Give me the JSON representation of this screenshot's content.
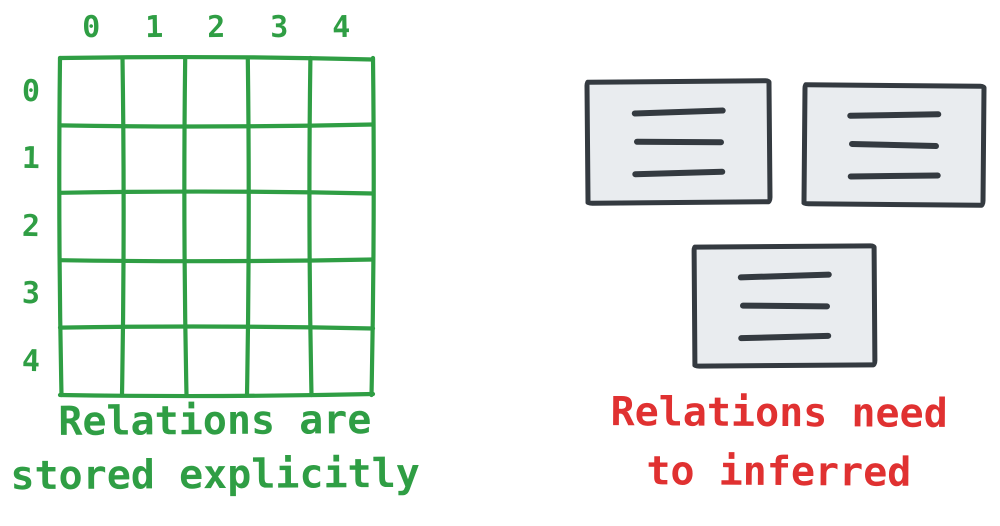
{
  "left_panel": {
    "grid": {
      "rows": 5,
      "cols": 5,
      "col_labels": [
        "0",
        "1",
        "2",
        "3",
        "4"
      ],
      "row_labels": [
        "0",
        "1",
        "2",
        "3",
        "4"
      ],
      "stroke_color": "#2f9e44"
    },
    "caption": {
      "line1": "Relations are",
      "line2": "stored explicitly",
      "color": "#2f9e44"
    }
  },
  "right_panel": {
    "document_cards": {
      "count": 3,
      "text_lines_per_card": 3,
      "fill_color": "#e9ecef",
      "stroke_color": "#343a40"
    },
    "caption": {
      "line1": "Relations need",
      "line2": "to inferred",
      "color": "#e03131"
    }
  }
}
